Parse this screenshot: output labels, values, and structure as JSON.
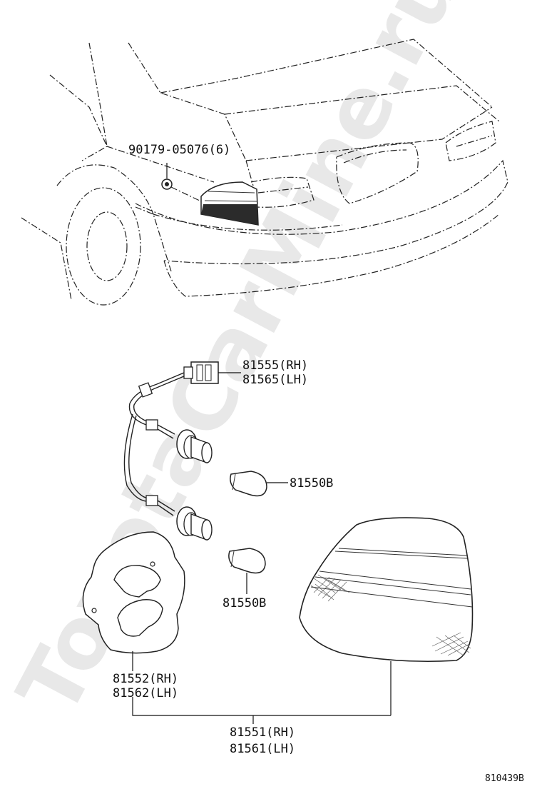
{
  "watermark": "ToyotaCarMine.ru",
  "labels": {
    "clip": "90179-05076(6)",
    "socket_wire_rh": "81555(RH)",
    "socket_wire_lh": "81565(LH)",
    "bulb_upper": "81550B",
    "bulb_lower": "81550B",
    "gasket_rh": "81552(RH)",
    "gasket_lh": "81562(LH)",
    "lamp_assy_rh": "81551(RH)",
    "lamp_assy_lh": "81561(LH)"
  },
  "illustration_id": "810439B"
}
